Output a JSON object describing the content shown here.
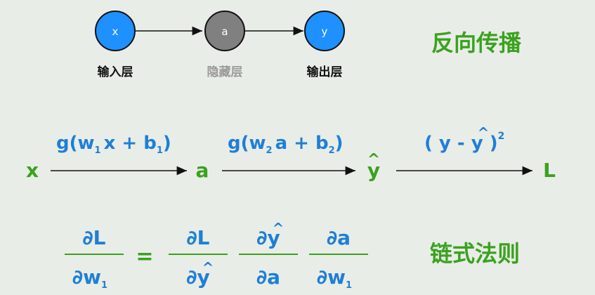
{
  "network": {
    "input_node": "x",
    "hidden_node": "a",
    "output_node": "y",
    "input_label": "输入层",
    "hidden_label": "隐藏层",
    "output_label": "输出层"
  },
  "titles": {
    "backprop": "反向传播",
    "chain_rule": "链式法则"
  },
  "forward": {
    "x": "x",
    "a": "a",
    "yhat": "y",
    "hat": "^",
    "L": "L",
    "f1_g": "g(w",
    "f1_sub": "1",
    "f1_mid": "x + b",
    "f1_sub2": "1",
    "f1_close": ")",
    "f2_g": "g(w",
    "f2_sub": "2",
    "f2_mid": "a + b",
    "f2_sub2": "2",
    "f2_close": ")",
    "loss_open": "( y - ",
    "loss_y": "y",
    "loss_close": " )",
    "loss_pow": "2"
  },
  "chain": {
    "lhs_num": "∂L",
    "lhs_den": "∂w",
    "lhs_den_sub": "1",
    "equals": "=",
    "t1_num": "∂L",
    "t1_den": "∂y",
    "t2_num": "∂y",
    "t2_den": "∂a",
    "t3_num": "∂a",
    "t3_den": "∂w",
    "t3_den_sub": "1",
    "hat": "^"
  },
  "colors": {
    "background": "#e9ede7",
    "node_blue": "#1e90ff",
    "node_gray": "#808080",
    "green": "#3aa21e",
    "blue": "#1e7fd6",
    "gray_text": "#9a9a9a",
    "dark_text": "#111111"
  }
}
